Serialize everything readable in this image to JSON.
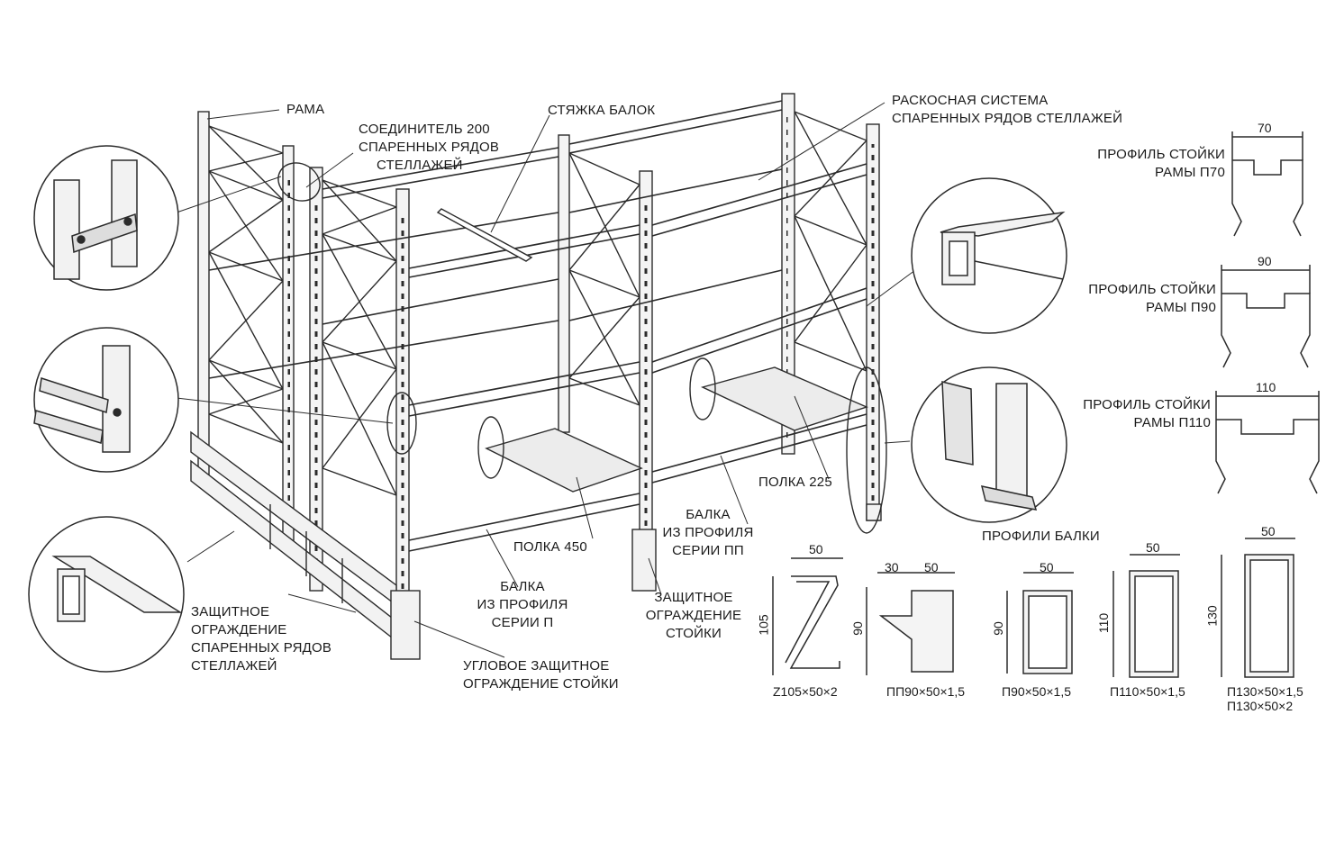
{
  "labels": {
    "frame": "РАМА",
    "connector": [
      "СОЕДИНИТЕЛЬ 200",
      "СПАРЕННЫХ РЯДОВ",
      "СТЕЛЛАЖЕЙ"
    ],
    "beam_tie": "СТЯЖКА БАЛОК",
    "bracing": [
      "РАСКОСНАЯ СИСТЕМА",
      "СПАРЕННЫХ РЯДОВ СТЕЛЛАЖЕЙ"
    ],
    "shelf_225": "ПОЛКА 225",
    "beam_pp": [
      "БАЛКА",
      "ИЗ ПРОФИЛЯ",
      "СЕРИИ  ПП"
    ],
    "shelf_450": "ПОЛКА 450",
    "beam_p": [
      "БАЛКА",
      "ИЗ ПРОФИЛЯ",
      "СЕРИИ П"
    ],
    "guard_upright": [
      "ЗАЩИТНОЕ",
      "ОГРАЖДЕНИЕ",
      "СТОЙКИ"
    ],
    "guard_rows": [
      "ЗАЩИТНОЕ",
      "ОГРАЖДЕНИЕ",
      "СПАРЕННЫХ РЯДОВ",
      "СТЕЛЛАЖЕЙ"
    ],
    "corner_guard": [
      "УГЛОВОЕ ЗАЩИТНОЕ",
      "ОГРАЖДЕНИЕ СТОЙКИ"
    ]
  },
  "frame_profiles": [
    {
      "title": [
        "ПРОФИЛЬ СТОЙКИ",
        "РАМЫ П70"
      ],
      "width": "70"
    },
    {
      "title": [
        "ПРОФИЛЬ СТОЙКИ",
        "РАМЫ П90"
      ],
      "width": "90"
    },
    {
      "title": [
        "ПРОФИЛЬ СТОЙКИ",
        "РАМЫ П110"
      ],
      "width": "110"
    }
  ],
  "beam_profiles_title": "ПРОФИЛИ БАЛКИ",
  "beam_profiles": [
    {
      "top": "50",
      "height": "105",
      "caption": [
        "Z105×50×2"
      ]
    },
    {
      "top_left": "30",
      "top": "50",
      "height": "90",
      "caption": [
        "ПП90×50×1,5"
      ]
    },
    {
      "top": "50",
      "height": "90",
      "caption": [
        "П90×50×1,5"
      ]
    },
    {
      "top": "50",
      "height": "110",
      "caption": [
        "П110×50×1,5"
      ]
    },
    {
      "top": "50",
      "height": "130",
      "caption": [
        "П130×50×1,5",
        "П130×50×2"
      ]
    }
  ],
  "colors": {
    "ink": "#1a1a1a",
    "line": "#2b2b2b",
    "fill": "#f2f2f2",
    "paper": "#ffffff"
  }
}
